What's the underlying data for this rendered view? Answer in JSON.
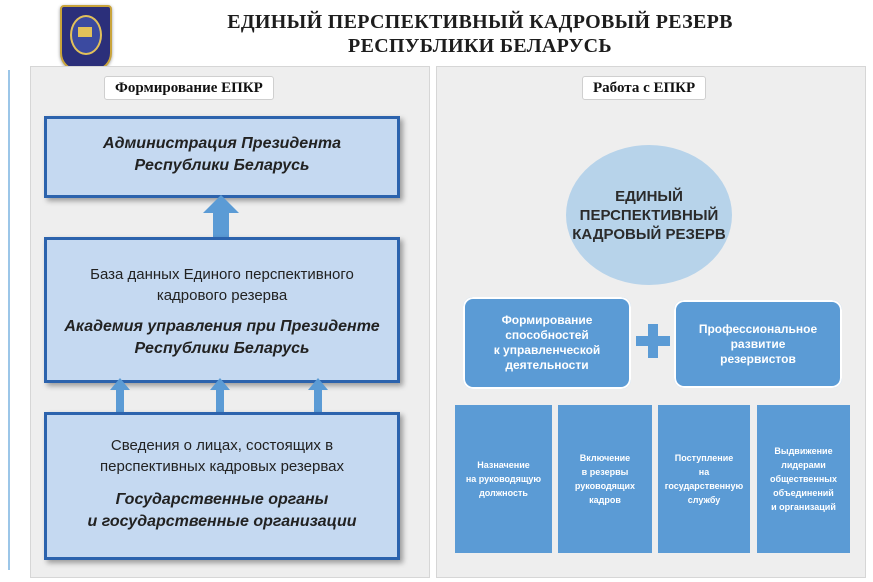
{
  "title": {
    "line1": "ЕДИНЫЙ ПЕРСПЕКТИВНЫЙ КАДРОВЫЙ РЕЗЕРВ",
    "line2": "РЕСПУБЛИКИ БЕЛАРУСЬ"
  },
  "left_panel": {
    "label": "Формирование ЕПКР",
    "top_box": {
      "line1": "Администрация Президента",
      "line2": "Республики Беларусь"
    },
    "middle_box": {
      "plain1": "База данных Единого перспективного",
      "plain2": "кадрового резерва",
      "bold1": "Академия управления при Президенте",
      "bold2": "Республики Беларусь"
    },
    "bottom_box": {
      "plain1": "Сведения о лицах, состоящих в",
      "plain2": "перспективных кадровых резервах",
      "bold1": "Государственные органы",
      "bold2": "и государственные организации"
    }
  },
  "right_panel": {
    "label": "Работа с ЕПКР",
    "circle": {
      "line1": "ЕДИНЫЙ",
      "line2": "ПЕРСПЕКТИВНЫЙ",
      "line3": "КАДРОВЫЙ РЕЗЕРВ"
    },
    "left_card": {
      "line1": "Формирование",
      "line2": "способностей",
      "line3": "к управленческой",
      "line4": "деятельности"
    },
    "right_card": {
      "line1": "Профессиональное",
      "line2": "развитие",
      "line3": "резервистов"
    },
    "items": [
      {
        "lines": [
          "Назначение",
          "на руководящую",
          "должность"
        ]
      },
      {
        "lines": [
          "Включение",
          "в резервы",
          "руководящих",
          "кадров"
        ]
      },
      {
        "lines": [
          "Поступление",
          "на",
          "государственную",
          "службу"
        ]
      },
      {
        "lines": [
          "Выдвижение",
          "лидерами",
          "общественных",
          "объединений",
          "и организаций"
        ]
      }
    ]
  },
  "colors": {
    "box_fill": "#c5d9f1",
    "box_border": "#2c63ad",
    "arrow": "#5b9bd5",
    "card": "#5b9bd5",
    "circle": "#b7d3ea",
    "panel": "#eeeeee"
  },
  "icons": [
    "emblem-logo",
    "arrow-up-icon",
    "plus-icon"
  ]
}
